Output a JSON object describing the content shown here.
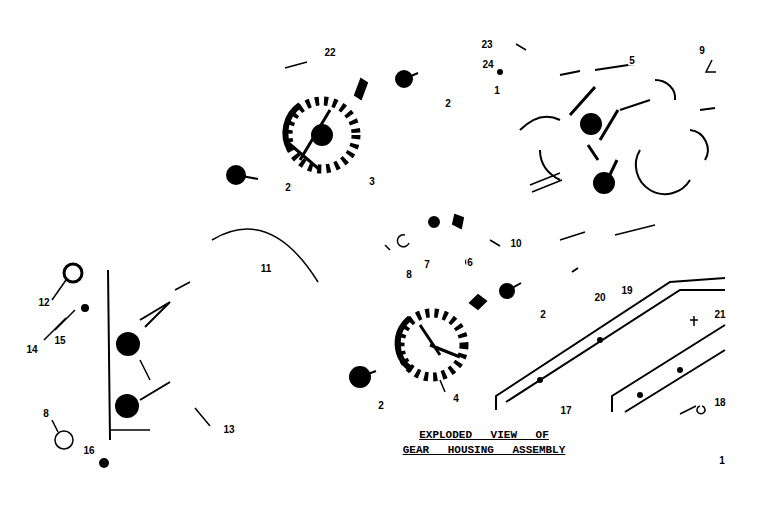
{
  "diagram": {
    "title": "EXPLODED VIEW OF GEAR HOUSING ASSEMBLY",
    "labels": [
      "22",
      "23",
      "9",
      "5",
      "24",
      "1",
      "2",
      "2",
      "3",
      "10",
      "8",
      "7",
      "6",
      "11",
      "20",
      "19",
      "12",
      "21",
      "15",
      "14",
      "2",
      "2",
      "4",
      "18",
      "17",
      "13",
      "8",
      "16",
      "1"
    ]
  }
}
